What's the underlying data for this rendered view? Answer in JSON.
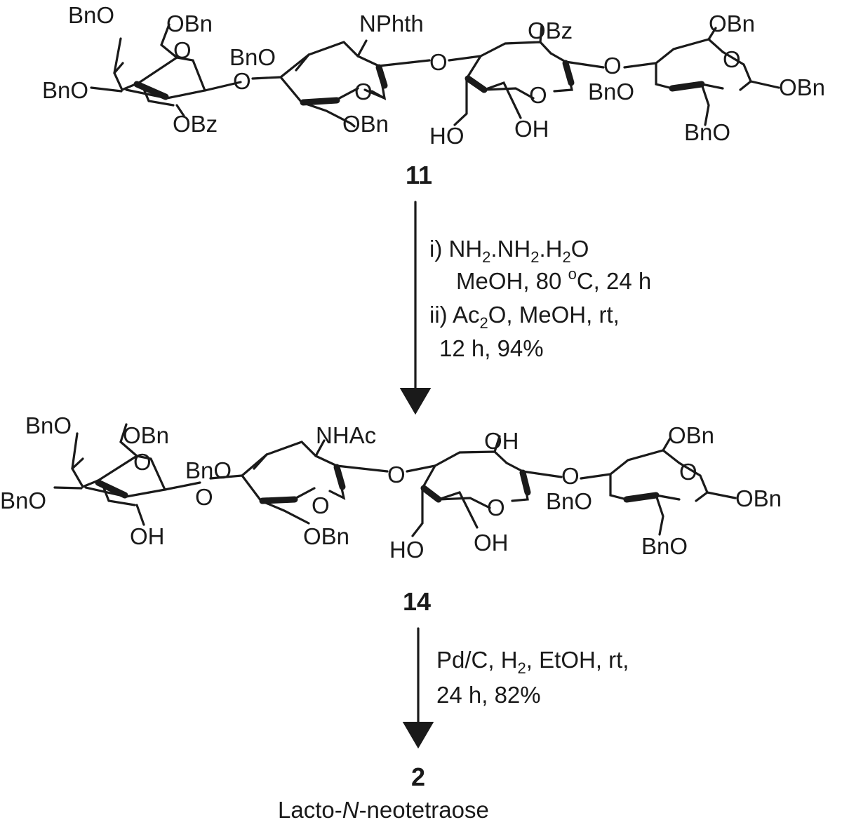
{
  "compounds": {
    "c11": {
      "number": "11",
      "labels": {
        "gal_o4": "BnO",
        "gal_o6": "OBn",
        "gal_o3": "BnO",
        "gal_o2": "OBz",
        "glcn_o3": "BnO",
        "glcn_n": "NPhth",
        "glcn_o6": "OBn",
        "gal2_o2": "OBz",
        "gal2_o3": "HO",
        "gal2_o6": "OH",
        "glc_o6": "OBn",
        "glc_o3": "BnO",
        "glc_o2": "BnO",
        "glc_o1": "OBn",
        "link_o1": "O",
        "link_o2": "O",
        "link_o3": "O",
        "ring1": "O",
        "ring2": "O",
        "ring3": "O",
        "ring4": "O"
      }
    },
    "c14": {
      "number": "14",
      "labels": {
        "gal_o4": "BnO",
        "gal_o6": "OBn",
        "gal_o3": "BnO",
        "gal_o2": "OH",
        "glcn_o3": "BnO",
        "glcn_n": "NHAc",
        "glcn_o6": "OBn",
        "gal2_o2": "OH",
        "gal2_o3": "HO",
        "gal2_o6": "OH",
        "glc_o6": "OBn",
        "glc_o3": "BnO",
        "glc_o2": "BnO",
        "glc_o1": "OBn",
        "link_o1": "O",
        "link_o2": "O",
        "link_o3": "O",
        "ring1": "O",
        "ring2": "O",
        "ring3": "O",
        "ring4": "O"
      }
    },
    "c2": {
      "number": "2",
      "name_prefix": "Lacto-",
      "name_italic": "N",
      "name_suffix": "-neotetraose"
    }
  },
  "steps": {
    "step1": {
      "line1_a": "i) NH",
      "line1_sub1": "2",
      "line1_b": ".NH",
      "line1_sub2": "2",
      "line1_c": ".H",
      "line1_sub3": "2",
      "line1_d": "O",
      "line2_a": "MeOH, 80 ",
      "line2_sup": "o",
      "line2_b": "C, 24 h",
      "line3_a": "ii) Ac",
      "line3_sub": "2",
      "line3_b": "O, MeOH, rt,",
      "line4": "12 h, 94%"
    },
    "step2": {
      "line1_a": "Pd/C, H",
      "line1_sub": "2",
      "line1_b": ", EtOH, rt,",
      "line2": "24 h, 82%"
    }
  }
}
